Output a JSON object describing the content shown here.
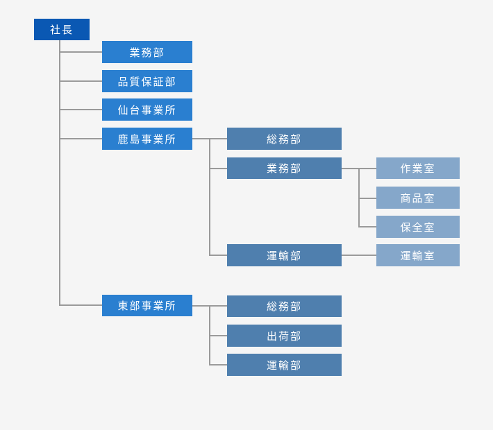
{
  "colors": {
    "top": "#0a58b3",
    "division": "#2a7fd0",
    "department": "#4f7fae",
    "office": "#85a7ca",
    "connector": "#9a9a9a",
    "background": "#f5f5f5"
  },
  "org": {
    "president": "社長",
    "divisions": {
      "gyomu": "業務部",
      "hinshitsu": "品質保証部",
      "sendai": "仙台事業所",
      "kashima": {
        "label": "鹿島事業所",
        "somu": "総務部",
        "gyomu": "業務部",
        "unyu": "運輸部",
        "sagyo": "作業室",
        "shohin": "商品室",
        "hozen": "保全室",
        "unyu_room": "運輸室"
      },
      "tobu": {
        "label": "東部事業所",
        "somu": "総務部",
        "shukka": "出荷部",
        "unyu": "運輸部"
      }
    }
  }
}
